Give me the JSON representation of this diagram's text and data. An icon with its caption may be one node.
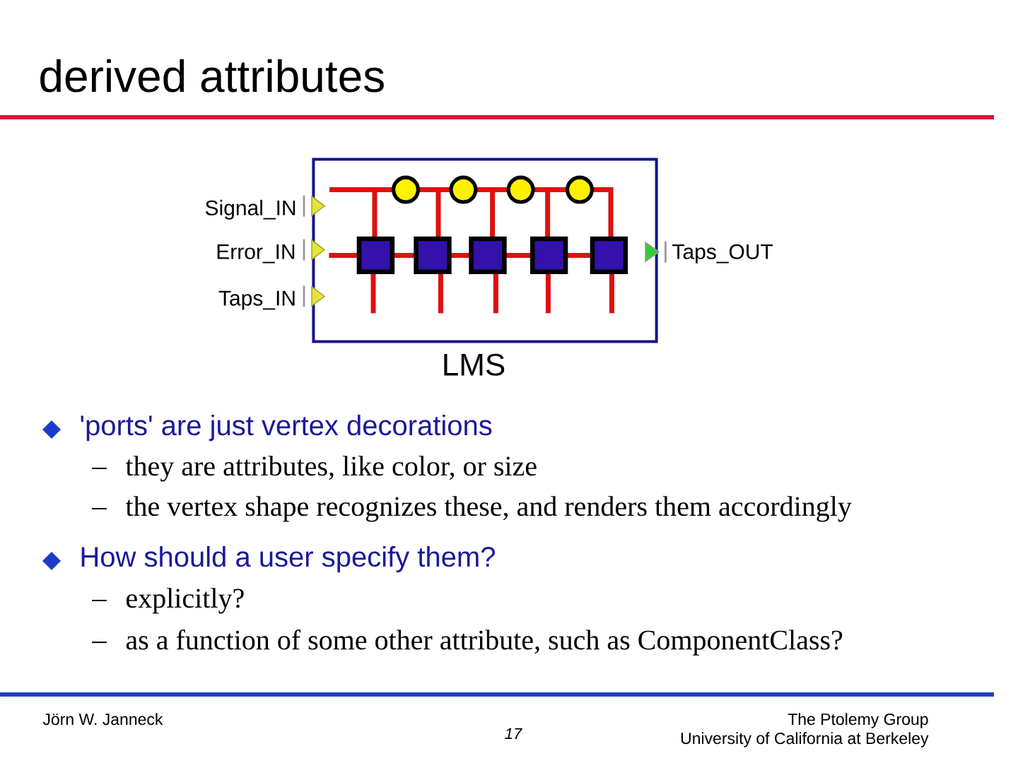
{
  "diagram": {
    "title": "derived attributes",
    "nodes": [
      {
        "text": [
          "LMS"
        ],
        "beside": [
          "Signal_IN",
          "Error_IN",
          "Taps_OUT",
          "Taps_IN"
        ]
      }
    ],
    "labels": [
      "'ports' are just vertex decorations",
      "they are attributes, like color, or size",
      "the vertex shape recognizes these, and renders them accordingly",
      "How should a user specify them?",
      "explicitly?",
      "as a function of some other attribute, such as ComponentClass?",
      "Jörn W. Janneck",
      "17",
      "The Ptolemy Group",
      "University of California at Berkeley"
    ]
  }
}
